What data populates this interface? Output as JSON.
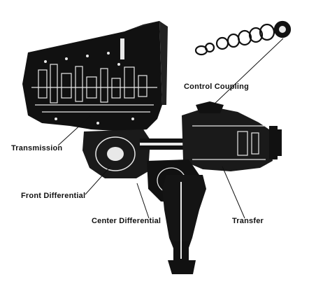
{
  "labels": {
    "control_coupling": "Control Coupling",
    "transmission": "Transmission",
    "front_differential": "Front Differential",
    "center_differential": "Center Differential",
    "transfer": "Transfer"
  },
  "colors": {
    "ink": "#111111",
    "paper": "#ffffff",
    "detail": "#e8e8e8"
  }
}
